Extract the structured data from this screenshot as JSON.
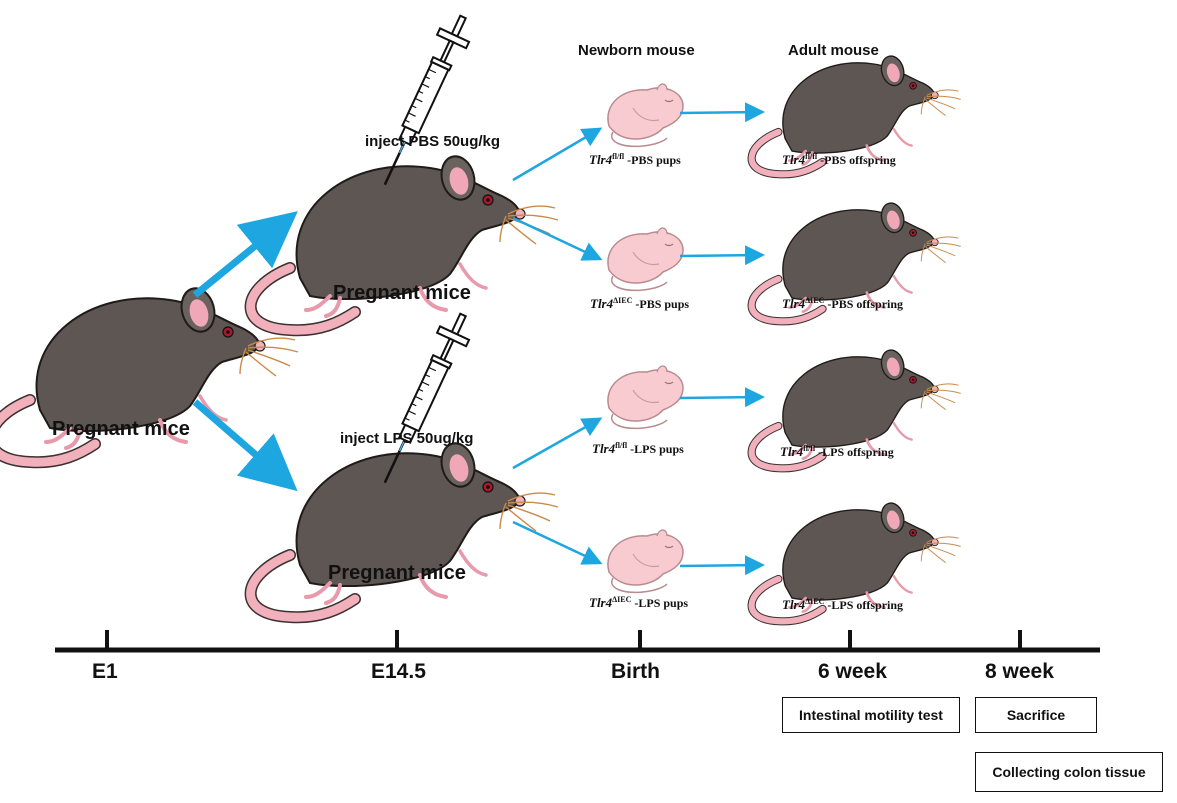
{
  "headers": {
    "newborn": "Newborn mouse",
    "adult": "Adult mouse"
  },
  "mother": {
    "label": "Pregnant mice"
  },
  "branches": [
    {
      "injection": "inject PBS 50ug/kg",
      "mother_label": "Pregnant mice"
    },
    {
      "injection": "inject LPS 50ug/kg",
      "mother_label": "Pregnant mice"
    }
  ],
  "groups": [
    {
      "gene": "Tlr4",
      "sup": "fl/fl",
      "pups": "-PBS pups",
      "offspring": "-PBS offspring"
    },
    {
      "gene": "Tlr4",
      "sup": "ΔIEC",
      "pups": "-PBS pups",
      "offspring": "-PBS offspring"
    },
    {
      "gene": "Tlr4",
      "sup": "fl/fl",
      "pups": "-LPS pups",
      "offspring": "-LPS offspring"
    },
    {
      "gene": "Tlr4",
      "sup": "ΔIEC",
      "pups": "-LPS pups",
      "offspring": "-LPS offspring"
    }
  ],
  "timeline": {
    "ticks": [
      "E1",
      "E14.5",
      "Birth",
      "6 week",
      "8 week"
    ]
  },
  "boxes": {
    "week6": [
      "Intestinal motility test"
    ],
    "week8": [
      "Sacrifice",
      "Collecting colon tissue"
    ]
  },
  "colors": {
    "arrow": "#1ea6e0",
    "mouse_body": "#5e5652",
    "mouse_ear_inner": "#f0a7b8",
    "mouse_tail": "#f2b0bd",
    "pup": "#f7cbcf",
    "whisker": "#c98a4a",
    "eye": "#a8192e"
  }
}
